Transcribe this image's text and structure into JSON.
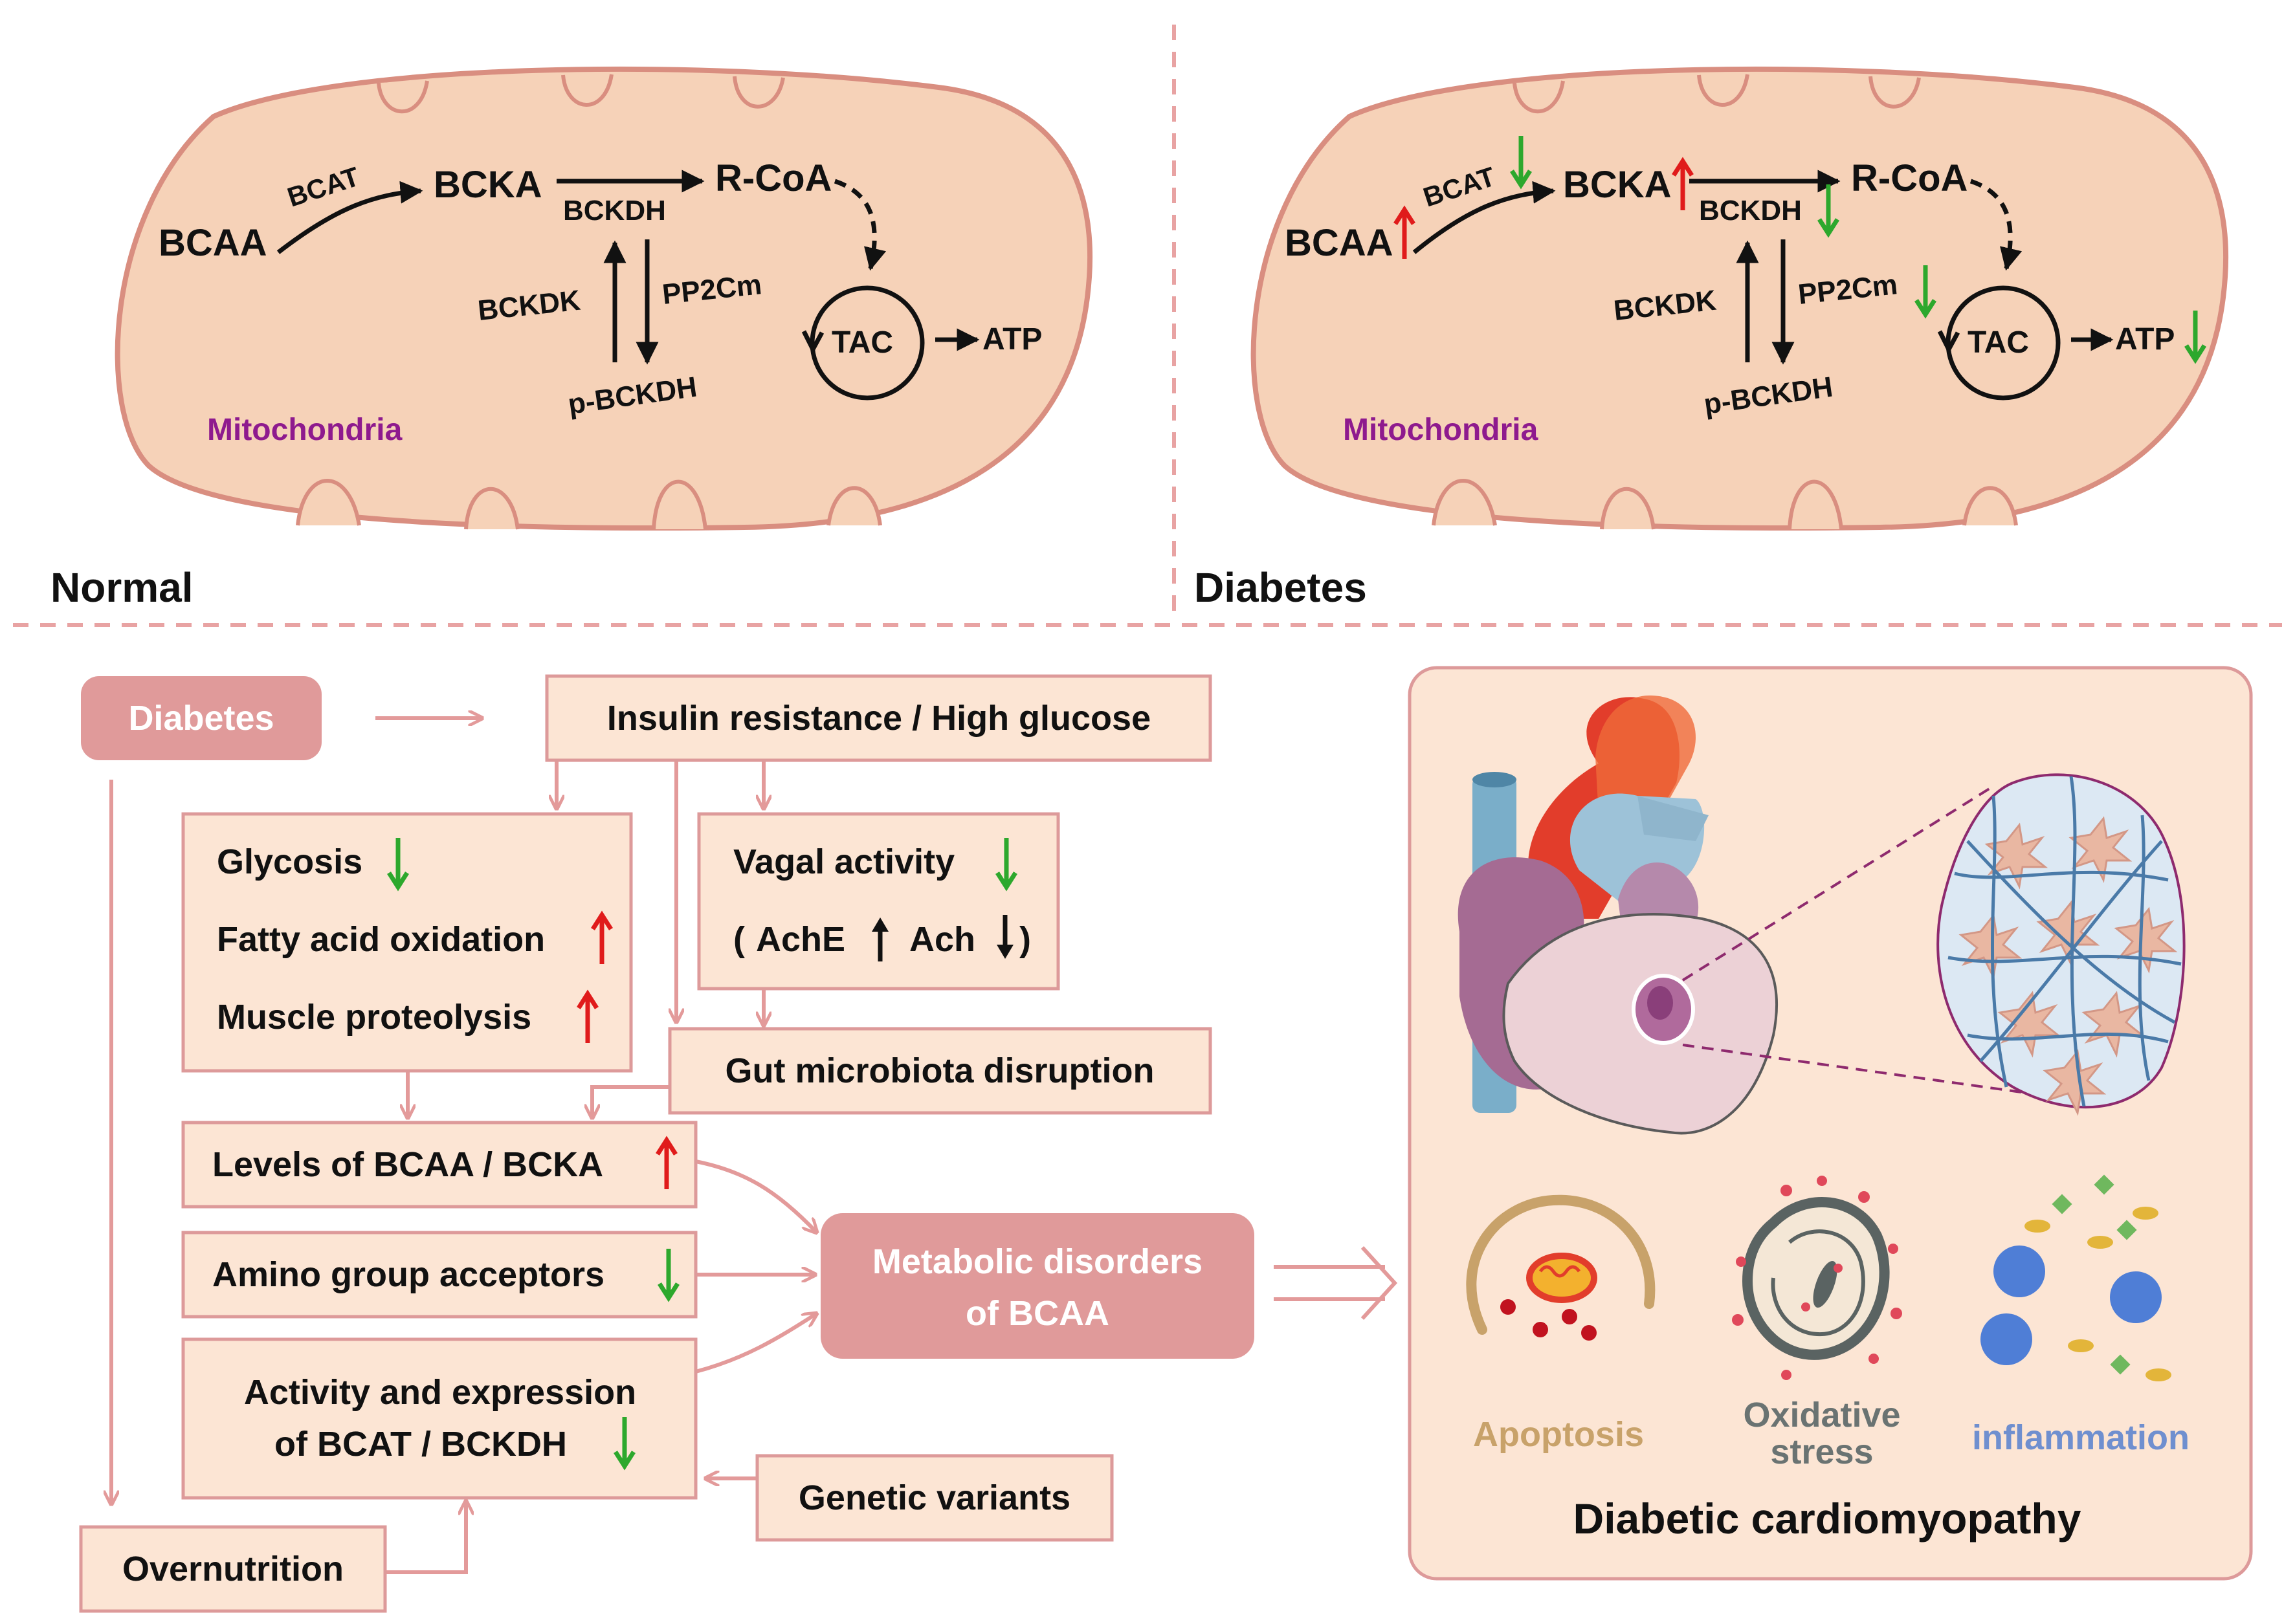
{
  "colors": {
    "mito_fill": "#f6d2b8",
    "mito_stroke": "#d98e80",
    "box_fill": "#fce5d4",
    "box_stroke": "#dd9a9a",
    "pink_box": "#e09a9a",
    "flow_arrow": "#e39a9a",
    "up_arrow": "#e01b1b",
    "down_arrow": "#2da82d",
    "divider": "#e8a3a3",
    "apoptosis": "#c8a26a",
    "oxidative": "#6a7372",
    "inflammation": "#6f8fcf",
    "mito_label": "#8e1a8e"
  },
  "panels": {
    "normal": {
      "title": "Normal",
      "mito_label": "Mitochondria",
      "bcaa": "BCAA",
      "bcat": "BCAT",
      "bcka": "BCKA",
      "bckdh": "BCKDH",
      "rcoa": "R-CoA",
      "bckdk": "BCKDK",
      "pp2cm": "PP2Cm",
      "p_bckdh": "p-BCKDH",
      "tac": "TAC",
      "atp": "ATP"
    },
    "diabetes": {
      "title": "Diabetes",
      "mito_label": "Mitochondria",
      "bcaa": "BCAA",
      "bcat": "BCAT",
      "bcka": "BCKA",
      "bckdh": "BCKDH",
      "rcoa": "R-CoA",
      "bckdk": "BCKDK",
      "pp2cm": "PP2Cm",
      "p_bckdh": "p-BCKDH",
      "tac": "TAC",
      "atp": "ATP",
      "changes": {
        "bcaa": "up",
        "bcat": "down",
        "bcka": "up",
        "bckdh": "down",
        "pp2cm": "down",
        "atp": "down"
      }
    }
  },
  "flow": {
    "diabetes": "Diabetes",
    "insulin": "Insulin resistance / High glucose",
    "glycosis": "Glycosis",
    "fatty": "Fatty acid oxidation",
    "muscle": "Muscle proteolysis",
    "vagal": "Vagal activity",
    "ach_open": "(",
    "ache": "AchE",
    "ach": "Ach",
    "ach_close": ")",
    "gut": "Gut microbiota disruption",
    "levels": "Levels of BCAA / BCKA",
    "amino": "Amino group acceptors",
    "activity_line1": "Activity and expression",
    "activity_line2": "of BCAT / BCKDH",
    "genetic": "Genetic variants",
    "overnutrition": "Overnutrition",
    "metabolic_line1": "Metabolic disorders",
    "metabolic_line2": "of BCAA"
  },
  "outcome": {
    "apoptosis": "Apoptosis",
    "oxidative_line1": "Oxidative",
    "oxidative_line2": "stress",
    "inflammation": "inflammation",
    "title": "Diabetic cardiomyopathy"
  }
}
